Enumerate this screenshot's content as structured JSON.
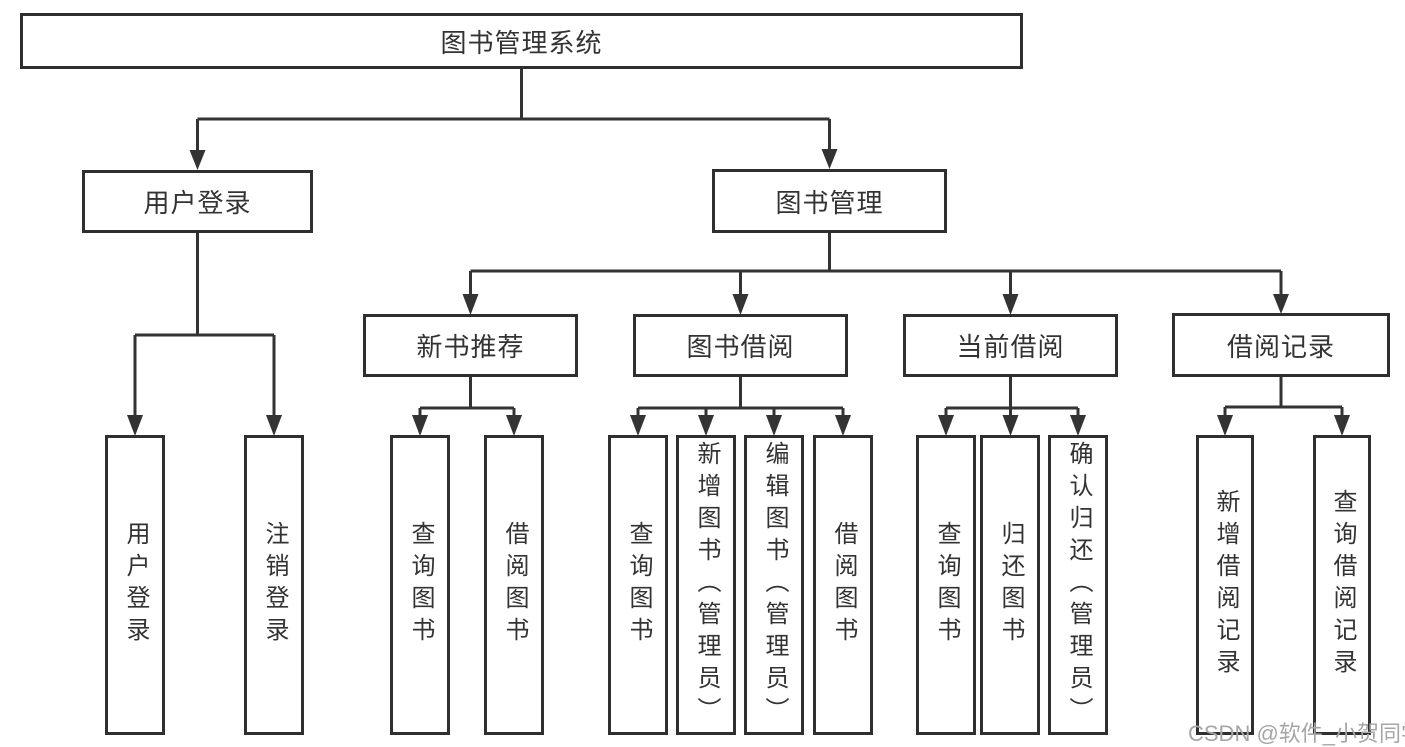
{
  "colors": {
    "line": "#333333",
    "box_border": "#2f2f2f",
    "text": "#333333",
    "watermark": "#a6a6a6",
    "background": "#ffffff"
  },
  "tree": {
    "root": {
      "label": "图书管理系统"
    },
    "children": [
      {
        "label": "用户登录",
        "children": [
          {
            "label": "用户登录"
          },
          {
            "label": "注销登录"
          }
        ]
      },
      {
        "label": "图书管理",
        "children": [
          {
            "label": "新书推荐",
            "children": [
              {
                "label": "查询图书"
              },
              {
                "label": "借阅图书"
              }
            ]
          },
          {
            "label": "图书借阅",
            "children": [
              {
                "label": "查询图书"
              },
              {
                "label": "新增图书（管理员）"
              },
              {
                "label": "编辑图书（管理员）"
              },
              {
                "label": "借阅图书"
              }
            ]
          },
          {
            "label": "当前借阅",
            "children": [
              {
                "label": "查询图书"
              },
              {
                "label": "归还图书"
              },
              {
                "label": "确认归还（管理员）"
              }
            ]
          },
          {
            "label": "借阅记录",
            "children": [
              {
                "label": "新增借阅记录"
              },
              {
                "label": "查询借阅记录"
              }
            ]
          }
        ]
      }
    ]
  },
  "watermark": {
    "text": "CSDN @软件_小贺同学"
  }
}
